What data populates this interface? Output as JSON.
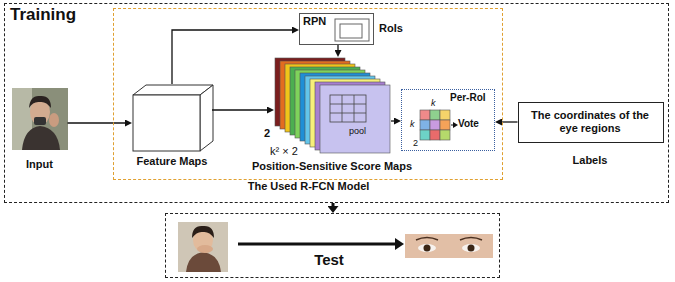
{
  "diagram": {
    "nodes": [
      {
        "text": [
          "Training"
        ]
      },
      {
        "text": [
          "The Used R-FCN Model"
        ],
        "in": 0
      },
      {
        "text": [
          "Input"
        ],
        "in": 0
      },
      {
        "text": [
          "Feature Maps"
        ],
        "in": 1
      },
      {
        "text": [
          "RPN",
          "RoIs"
        ],
        "in": 1
      },
      {
        "text": [
          "Position-Sensitive Score Maps"
        ],
        "in": 1
      },
      {
        "text": [
          "Per-RoI",
          "Vote"
        ],
        "in": 1
      },
      {
        "text": [
          "The coordinates of the eye regions",
          "Labels"
        ],
        "in": 0
      },
      {
        "text": [
          "Test"
        ]
      }
    ],
    "edges": [
      {
        "from": 2,
        "to": 3,
        "arrow": "to"
      },
      {
        "from": 3,
        "to": 4,
        "arrow": "to"
      },
      {
        "from": 3,
        "to": 5,
        "arrow": "to"
      },
      {
        "from": 4,
        "to": 5,
        "arrow": "to"
      },
      {
        "from": 5,
        "to": 6,
        "arrow": "to"
      },
      {
        "from": 7,
        "to": 6,
        "arrow": "to"
      },
      {
        "from": 0,
        "to": 8,
        "arrow": "to"
      }
    ],
    "labels": [
      "2",
      "k² × 2",
      "pool",
      "k",
      "k",
      "2"
    ]
  }
}
